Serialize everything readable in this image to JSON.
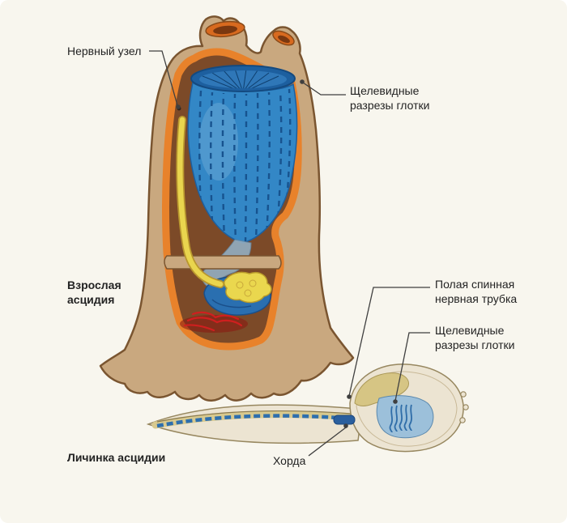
{
  "labels": {
    "nerve_ganglion": "Нервный узел",
    "adult_slits_1": "Щелевидные",
    "adult_slits_2": "разрезы глотки",
    "adult_name_1": "Взрослая",
    "adult_name_2": "асцидия",
    "nerve_tube_1": "Полая спинная",
    "nerve_tube_2": "нервная трубка",
    "larva_slits_1": "Щелевидные",
    "larva_slits_2": "разрезы глотки",
    "larva_name": "Личинка асцидии",
    "notochord": "Хорда"
  },
  "palette": {
    "background": "#f8f6ee",
    "text": "#232323",
    "leader": "#3f3f3f",
    "tunic": "#c9a87f",
    "tunic_outline": "#7a5530",
    "interior": "#7c4a28",
    "lining": "#e8822b",
    "pharynx": "#3387c6",
    "pharynx_dark": "#1d5f9f",
    "endostyle": "#e9d54e",
    "gonad": "#ead74e",
    "vessels": "#cf1f1f",
    "larva_body": "#ece4d2",
    "larva_outline": "#97875f",
    "notochord": "#2e6fae",
    "gills": "#9cc0da",
    "vesicle": "#d6c584"
  }
}
